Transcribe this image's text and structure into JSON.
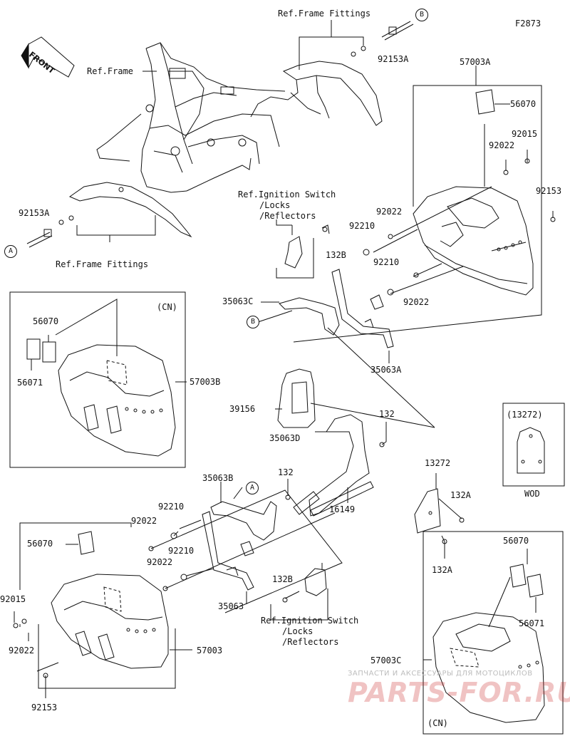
{
  "diagram_code": "F2873",
  "front_label": "FRONT",
  "refs": {
    "frame": "Ref.Frame",
    "frame_fittings": "Ref.Frame Fittings",
    "ignition_line1": "Ref.Ignition Switch",
    "ignition_line2": "/Locks",
    "ignition_line3": "/Reflectors"
  },
  "markers": {
    "a": "A",
    "b": "B"
  },
  "parts": {
    "p92153A": "92153A",
    "p57003A": "57003A",
    "p56070": "56070",
    "p56071": "56071",
    "p92015": "92015",
    "p92022": "92022",
    "p92153": "92153",
    "p92210": "92210",
    "p132B": "132B",
    "p35063C": "35063C",
    "p35063A": "35063A",
    "p57003B": "57003B",
    "p39156": "39156",
    "p35063D": "35063D",
    "p132": "132",
    "p13272": "13272",
    "p13272_paren": "(13272)",
    "p132A": "132A",
    "p35063B": "35063B",
    "p16149": "16149",
    "p35063": "35063",
    "p57003": "57003",
    "p57003C": "57003C"
  },
  "variants": {
    "cn": "(CN)",
    "wod": "WOD"
  },
  "watermark": {
    "line1": "ЗАПЧАСТИ И АКСЕССУАРЫ ДЛЯ МОТОЦИКЛОВ",
    "line2": "PARTS-FOR.RU"
  }
}
